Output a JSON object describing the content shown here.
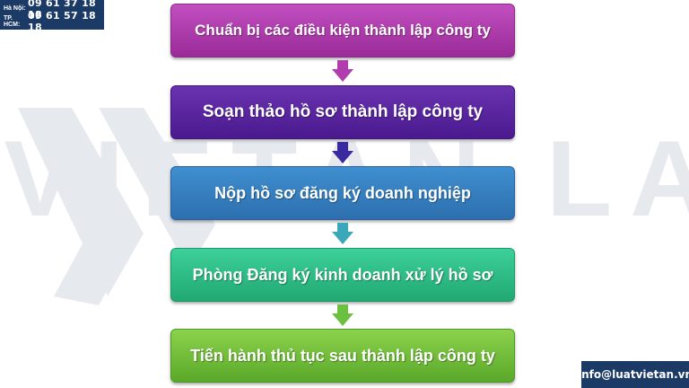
{
  "contact": {
    "hanoi_label": "Hà Nội:",
    "hanoi_phone": "09 61 37 18 18",
    "hcm_label": "TP. HCM:",
    "hcm_phone": "09 61 57 18 18",
    "email": "info@luatvietan.vn"
  },
  "watermark": {
    "text": "VIETAN LAW"
  },
  "steps": [
    {
      "label": "Chuẩn bị các điều kiện thành lập công ty",
      "color": "#b03cae"
    },
    {
      "label": "Soạn thảo hồ sơ thành lập công ty",
      "color": "#5a24a0"
    },
    {
      "label": "Nộp hồ sơ đăng ký doanh nghiệp",
      "color": "#3580c0"
    },
    {
      "label": "Phòng Đăng ký kinh doanh xử lý hồ sơ",
      "color": "#2cbc86"
    },
    {
      "label": "Tiến hành thủ tục sau thành lập công ty",
      "color": "#74be3a"
    }
  ],
  "arrows": [
    {
      "color": "#b03cae"
    },
    {
      "color": "#3a2aa0"
    },
    {
      "color": "#3aa8b8"
    },
    {
      "color": "#6cc040"
    }
  ]
}
